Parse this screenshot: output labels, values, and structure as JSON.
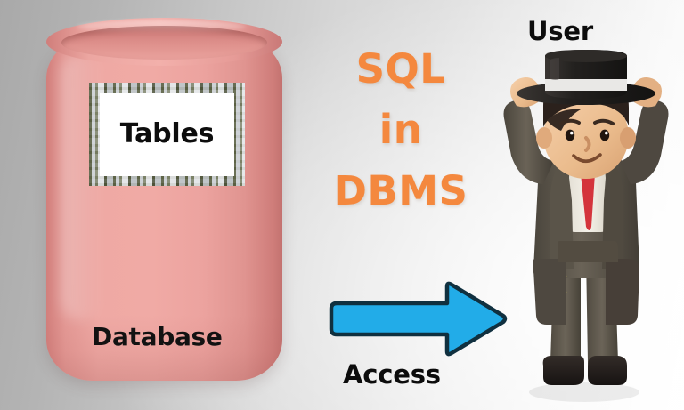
{
  "background": {
    "gradient_from": "#a9a9a9",
    "gradient_to": "#ffffff"
  },
  "database": {
    "cylinder_color": "#eca9a4",
    "caption": "Database",
    "label": {
      "text": "Tables",
      "border_style": "plaid-checkered",
      "inner_background": "#ffffff",
      "text_color": "#0d0d0d"
    }
  },
  "title": {
    "color": "#F4883E",
    "lines": [
      "SQL",
      "in",
      "DBMS"
    ]
  },
  "access": {
    "label": "Access",
    "arrow_fill": "#22ACE8",
    "arrow_stroke": "#10303f",
    "direction": "right"
  },
  "user": {
    "label": "User",
    "figure": {
      "description": "3d-man-lifting-top-hat",
      "hat_color": "#1f1d1c",
      "hat_band_color": "#e9e8e6",
      "suit_color": "#5d574c",
      "shirt_color": "#efece4",
      "tie_color": "#d4343c",
      "skin_color": "#f0c39a",
      "hair_color": "#2b211c",
      "shoe_color": "#221d1a",
      "button_color": "#e3d64a"
    }
  }
}
